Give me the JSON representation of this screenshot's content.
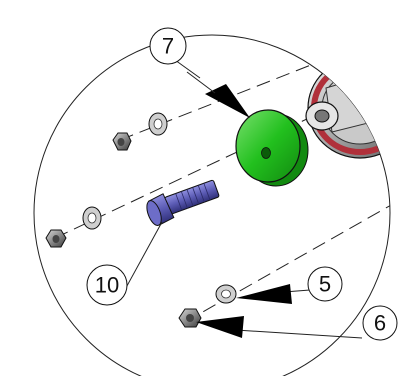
{
  "colors": {
    "washer_accent": "#22c01e",
    "bolt": "#5b5bb4",
    "hardware": "#8a8a8a",
    "pulley_red": "#b0303a",
    "outline": "#111111"
  },
  "callouts": [
    {
      "id": "7",
      "label": "7"
    },
    {
      "id": "10",
      "label": "10"
    },
    {
      "id": "5",
      "label": "5"
    },
    {
      "id": "6",
      "label": "6"
    }
  ],
  "parts": [
    {
      "name": "spacer-washer",
      "color": "green"
    },
    {
      "name": "bolt",
      "color": "blue"
    },
    {
      "name": "flat-washer",
      "color": "grey"
    },
    {
      "name": "hex-nut",
      "color": "grey"
    },
    {
      "name": "tensioner-pulley",
      "color": "grey/red"
    }
  ]
}
